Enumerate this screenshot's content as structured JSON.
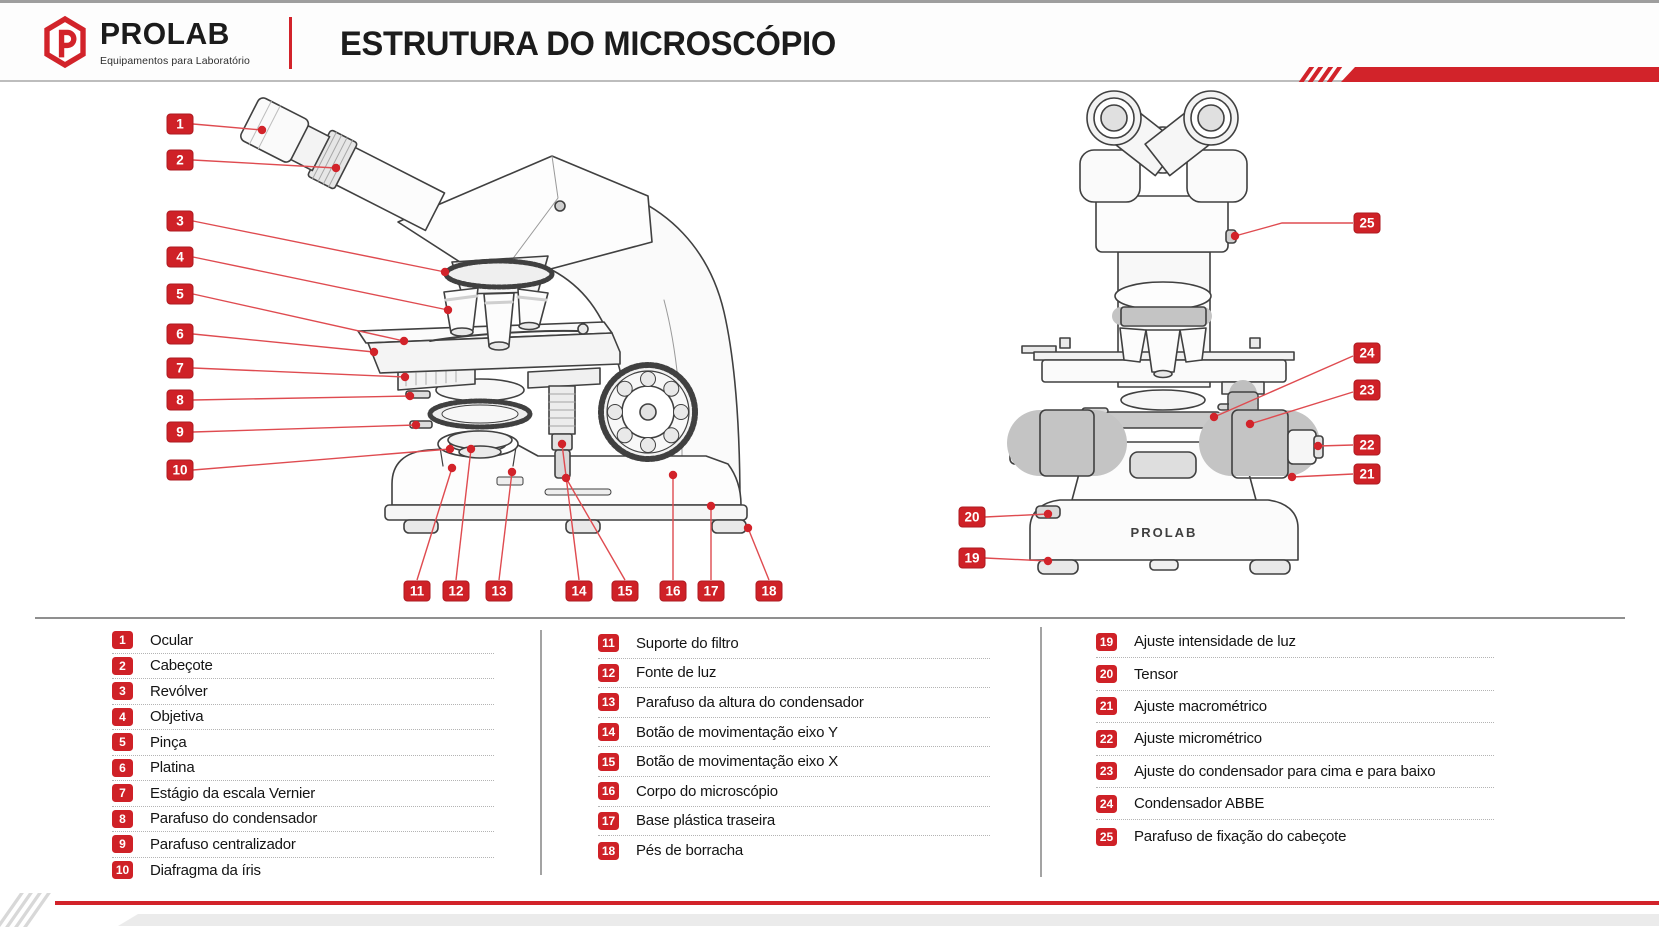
{
  "header": {
    "brand": {
      "name": "PROLAB",
      "tagline": "Equipamentos para Laboratório"
    },
    "title": "ESTRUTURA DO MICROSCÓPIO"
  },
  "diagram": {
    "left_view": {
      "name": "microscope-side-view",
      "callouts": [
        "1",
        "2",
        "3",
        "4",
        "5",
        "6",
        "7",
        "8",
        "9",
        "10",
        "11",
        "12",
        "13",
        "14",
        "15",
        "16",
        "17",
        "18"
      ]
    },
    "right_view": {
      "name": "microscope-front-view",
      "base_label": "PROLAB",
      "callouts": [
        "19",
        "20",
        "21",
        "22",
        "23",
        "24",
        "25"
      ]
    }
  },
  "legend": {
    "columns": [
      {
        "items": [
          {
            "num": "1",
            "label": "Ocular"
          },
          {
            "num": "2",
            "label": "Cabeçote"
          },
          {
            "num": "3",
            "label": "Revólver"
          },
          {
            "num": "4",
            "label": "Objetiva"
          },
          {
            "num": "5",
            "label": "Pinça"
          },
          {
            "num": "6",
            "label": "Platina"
          },
          {
            "num": "7",
            "label": "Estágio da escala Vernier"
          },
          {
            "num": "8",
            "label": "Parafuso do condensador"
          },
          {
            "num": "9",
            "label": "Parafuso centralizador"
          },
          {
            "num": "10",
            "label": "Diafragma da íris"
          }
        ]
      },
      {
        "items": [
          {
            "num": "11",
            "label": "Suporte do filtro"
          },
          {
            "num": "12",
            "label": "Fonte de luz"
          },
          {
            "num": "13",
            "label": "Parafuso da altura do condensador"
          },
          {
            "num": "14",
            "label": "Botão de movimentação eixo Y"
          },
          {
            "num": "15",
            "label": "Botão de movimentação eixo X"
          },
          {
            "num": "16",
            "label": "Corpo do microscópio"
          },
          {
            "num": "17",
            "label": "Base plástica traseira"
          },
          {
            "num": "18",
            "label": "Pés de borracha"
          }
        ]
      },
      {
        "items": [
          {
            "num": "19",
            "label": "Ajuste intensidade de luz"
          },
          {
            "num": "20",
            "label": "Tensor"
          },
          {
            "num": "21",
            "label": "Ajuste macrométrico"
          },
          {
            "num": "22",
            "label": "Ajuste micrométrico"
          },
          {
            "num": "23",
            "label": "Ajuste do condensador para cima e para baixo"
          },
          {
            "num": "24",
            "label": "Condensador ABBE"
          },
          {
            "num": "25",
            "label": "Parafuso de fixação do cabeçote"
          }
        ]
      }
    ]
  },
  "colors": {
    "accent_red": "#d2232a",
    "leader_red": "#df4b50",
    "ink": "#1c1c1c"
  }
}
